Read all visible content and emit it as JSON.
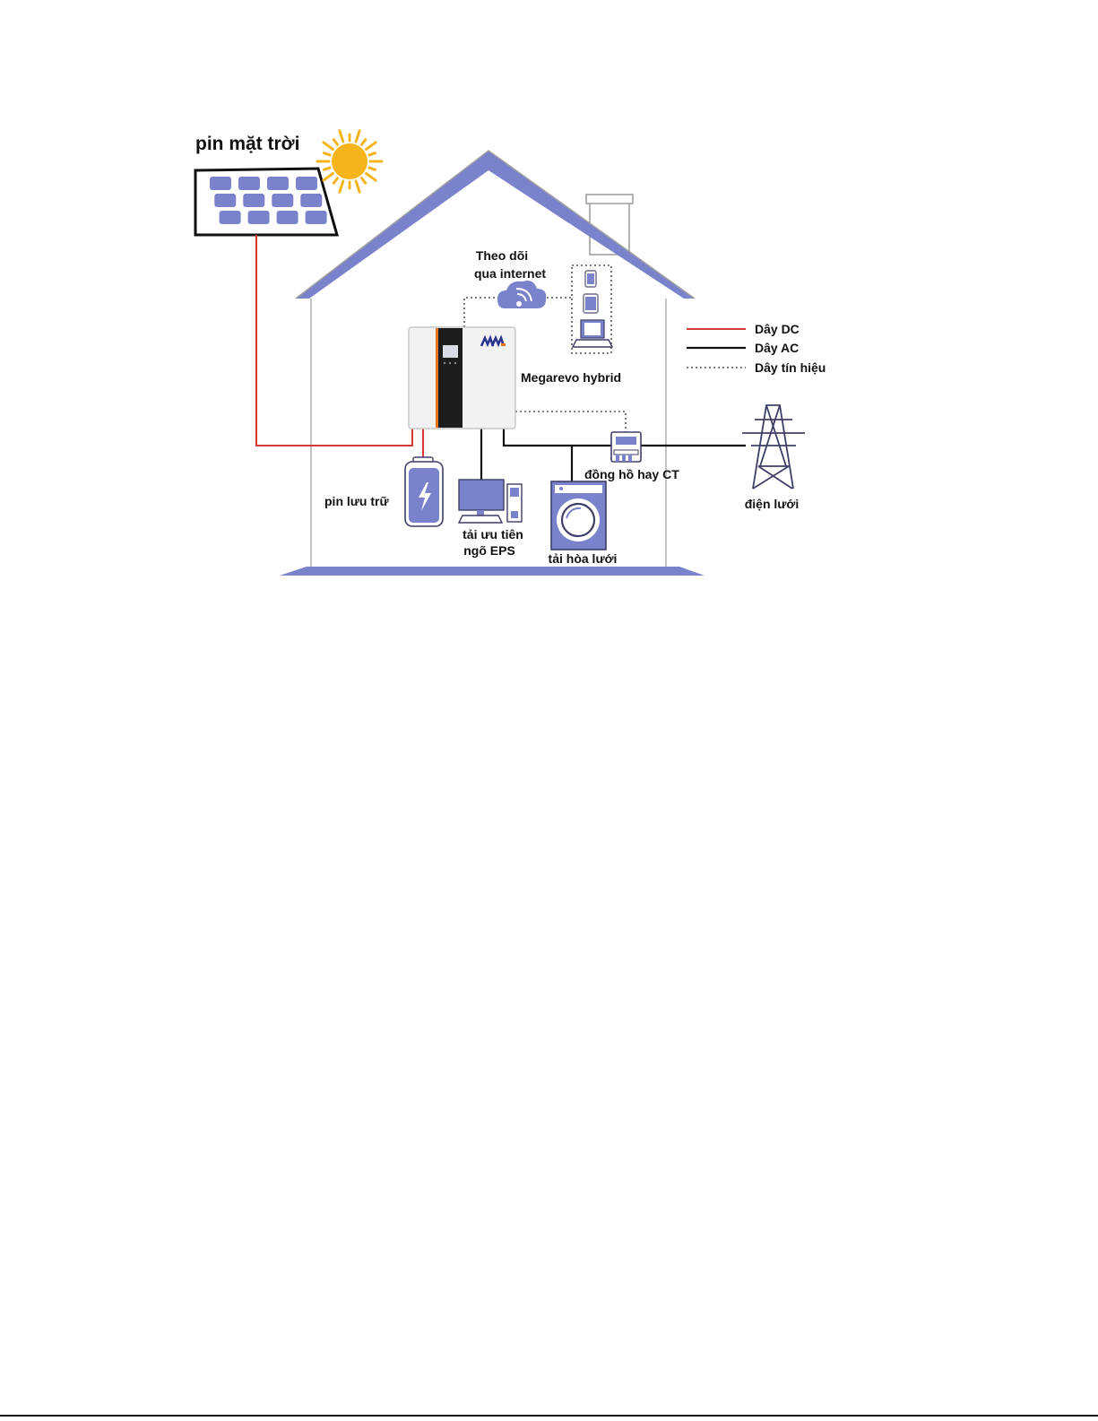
{
  "labels": {
    "solar_panel": "pin mặt trời",
    "monitoring_line1": "Theo dõi",
    "monitoring_line2": "qua internet",
    "inverter": "Megarevo hybrid",
    "battery": "pin lưu trữ",
    "eps_load_line1": "tải ưu tiên",
    "eps_load_line2": "ngõ EPS",
    "grid_load": "tải hòa lưới",
    "meter": "đồng hồ hay CT",
    "grid": "điện lưới"
  },
  "legend": [
    {
      "label": "Dây DC",
      "color": "#d23a35",
      "style": "solid"
    },
    {
      "label": "Dây AC",
      "color": "#111111",
      "style": "solid"
    },
    {
      "label": "Dây tín hiệu",
      "color": "#555555",
      "style": "dotted"
    }
  ],
  "colors": {
    "roof": "#7b82cc",
    "device": "#7b82cc",
    "outline": "#3e3f66",
    "dc_wire": "#d23a35",
    "ac_wire": "#111111",
    "sun": "#f4b41a",
    "inverter_stripe": "#e9751d"
  },
  "icons": [
    "sun-icon",
    "cloud-wifi-icon",
    "phone-icon",
    "tablet-icon",
    "laptop-icon",
    "battery-icon",
    "computer-icon",
    "washing-machine-icon",
    "meter-icon",
    "pylon-icon"
  ]
}
